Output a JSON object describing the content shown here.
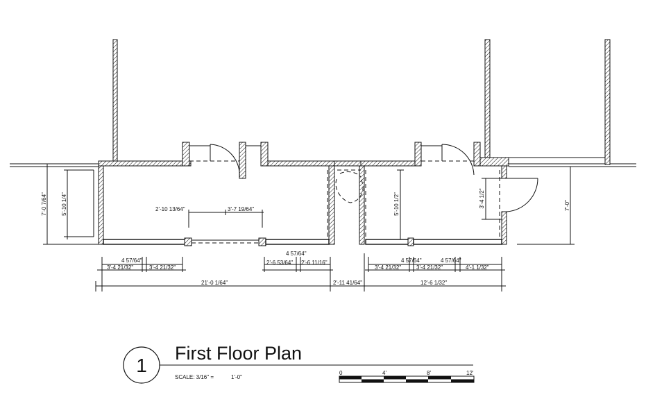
{
  "title_block": {
    "view_number": "1",
    "title": "First Floor Plan",
    "scale_label": "SCALE: 3/16\" =",
    "scale_value": "1'-0\""
  },
  "scale_bar": {
    "ticks": [
      "0",
      "4'",
      "8'",
      "12'"
    ]
  },
  "dimensions": {
    "left_outer_height": "7'-0 7/64\"",
    "left_inner_height": "5'-10 1/4\"",
    "interior_a": "2'-10 13/64\"",
    "interior_b": "3'-7 19/64\"",
    "right_inner_height": "5'-10 1/2\"",
    "door_height": "3'-4 1/2\"",
    "right_outer_height": "7'-0\"",
    "left_small_1": "4 57/64\"",
    "left_seg_1": "3'-4 21/32\"",
    "left_seg_2": "3'-4 21/32\"",
    "mid_small": "4 57/64\"",
    "mid_seg_1": "2'-6 53/64\"",
    "mid_seg_2": "2'-6 11/16\"",
    "left_total": "21'-0 1/64\"",
    "gap_total": "2'-11 41/64\"",
    "right_small_1": "4 57/64\"",
    "right_small_2": "4 57/64\"",
    "right_seg_1": "3'-4 21/32\"",
    "right_seg_2": "3'-4 21/32\"",
    "right_seg_3": "4'-1 1/32\"",
    "right_total": "12'-6 1/32\""
  }
}
